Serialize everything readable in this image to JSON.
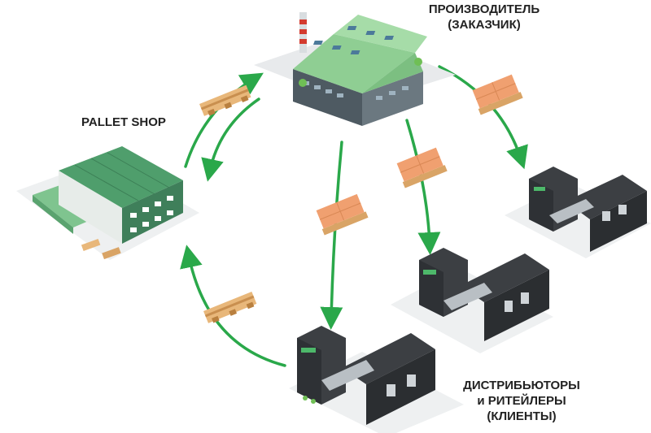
{
  "labels": {
    "producer": [
      "ПРОИЗВОДИТЕЛЬ",
      "(ЗАКАЗЧИК)"
    ],
    "pallet_shop": "PALLET SHOP",
    "distributors": [
      "ДИСТРИБЬЮТОРЫ",
      "и РИТЕЙЛЕРЫ",
      "(КЛИЕНТЫ)"
    ]
  },
  "colors": {
    "arrow": "#2aa84a",
    "factory_roof": "#8fce93",
    "factory_wall": "#5d6b73",
    "shop_roof": "#4f9e6c",
    "warehouse_roof": "#3c3f43",
    "warehouse_accent": "#4db86a",
    "pallet_wood": "#e8b77a",
    "box": "#f0a070"
  },
  "icons": [
    "factory-building",
    "pallet-shop-building",
    "warehouse-building",
    "wooden-pallet-icon",
    "loaded-pallet-icon",
    "flow-arrow"
  ]
}
